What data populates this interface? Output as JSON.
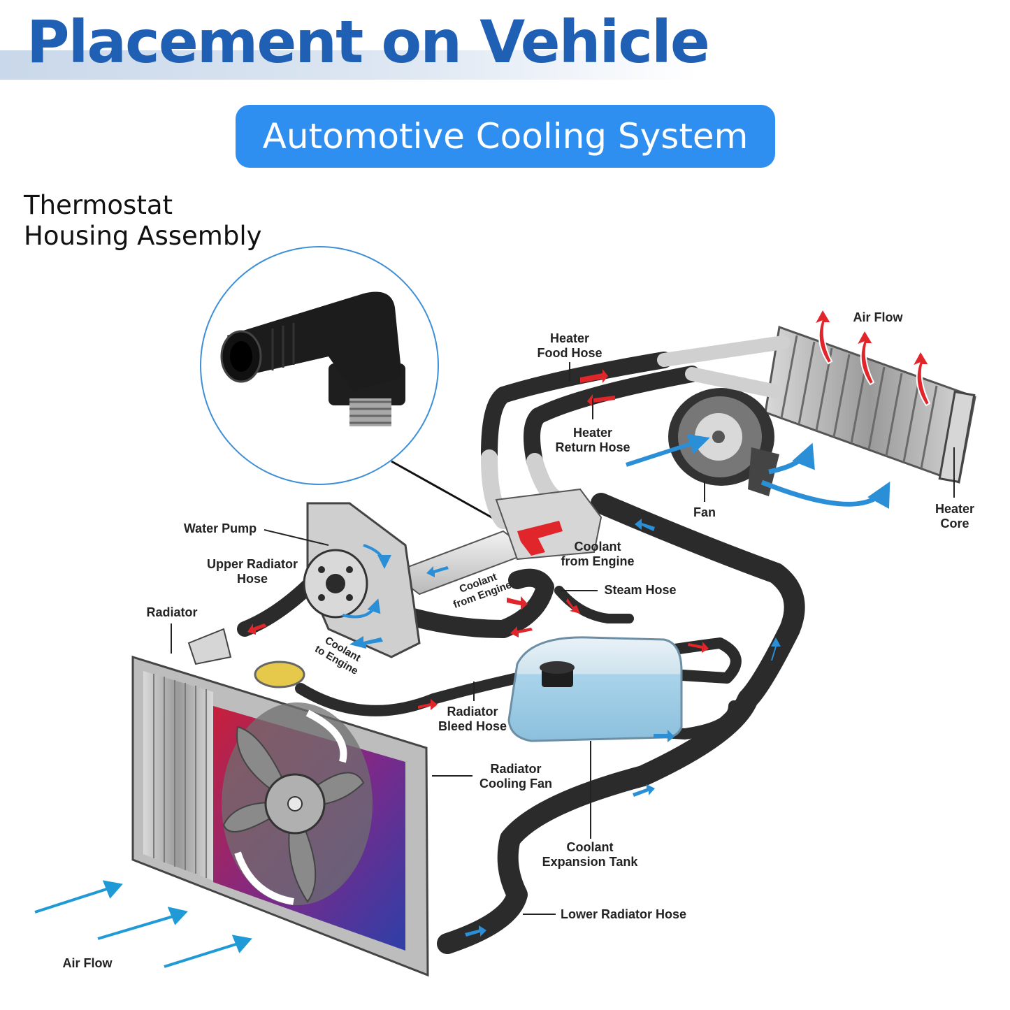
{
  "header": {
    "title": "Placement on Vehicle",
    "subtitle": "Automotive Cooling System"
  },
  "part": {
    "name_line1": "Thermostat",
    "name_line2": "Housing Assembly"
  },
  "labels": {
    "air_flow_top": "Air Flow",
    "heater_food_hose_1": "Heater",
    "heater_food_hose_2": "Food Hose",
    "heater_return_hose_1": "Heater",
    "heater_return_hose_2": "Return Hose",
    "fan": "Fan",
    "heater_core_1": "Heater",
    "heater_core_2": "Core",
    "water_pump": "Water Pump",
    "coolant_from_engine_1": "Coolant",
    "coolant_from_engine_2": "from Engine",
    "upper_radiator_hose_1": "Upper Radiator",
    "upper_radiator_hose_2": "Hose",
    "coolant_from_engine_small_1": "Coolant",
    "coolant_from_engine_small_2": "from Engine",
    "steam_hose": "Steam Hose",
    "radiator": "Radiator",
    "coolant_to_engine_1": "Coolant",
    "coolant_to_engine_2": "to Engine",
    "radiator_bleed_hose_1": "Radiator",
    "radiator_bleed_hose_2": "Bleed Hose",
    "radiator_cooling_fan_1": "Radiator",
    "radiator_cooling_fan_2": "Cooling Fan",
    "coolant_expansion_tank_1": "Coolant",
    "coolant_expansion_tank_2": "Expansion Tank",
    "lower_radiator_hose": "Lower Radiator Hose",
    "air_flow_bottom": "Air Flow"
  },
  "colors": {
    "title_blue": "#1f5fb4",
    "pill_blue": "#2f8ff0",
    "hose": "#2b2b2b",
    "flow_red": "#e0262a",
    "flow_blue": "#2a8fd6",
    "tank": "#a9d3ea",
    "radiator_red": "#c8203a",
    "radiator_blue": "#2d3fa8"
  }
}
